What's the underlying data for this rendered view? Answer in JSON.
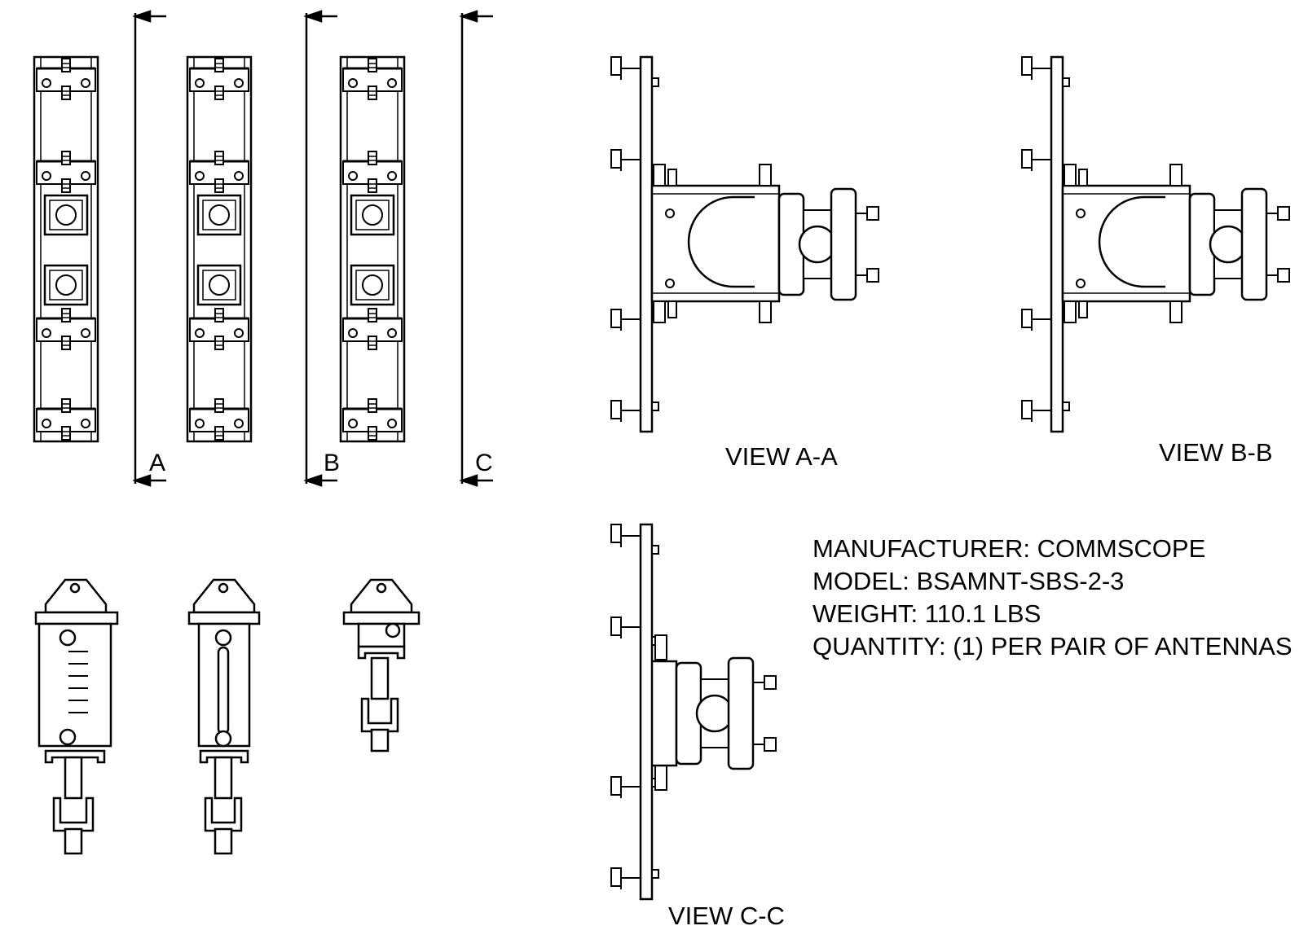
{
  "section_markers": [
    {
      "letter": "A"
    },
    {
      "letter": "B"
    },
    {
      "letter": "C"
    }
  ],
  "views": {
    "aa": "VIEW A-A",
    "bb": "VIEW B-B",
    "cc": "VIEW C-C"
  },
  "specs": {
    "manufacturer": "MANUFACTURER: COMMSCOPE",
    "model": "MODEL: BSAMNT-SBS-2-3",
    "weight": "WEIGHT: 110.1 LBS",
    "quantity": "QUANTITY: (1) PER PAIR OF ANTENNAS"
  }
}
